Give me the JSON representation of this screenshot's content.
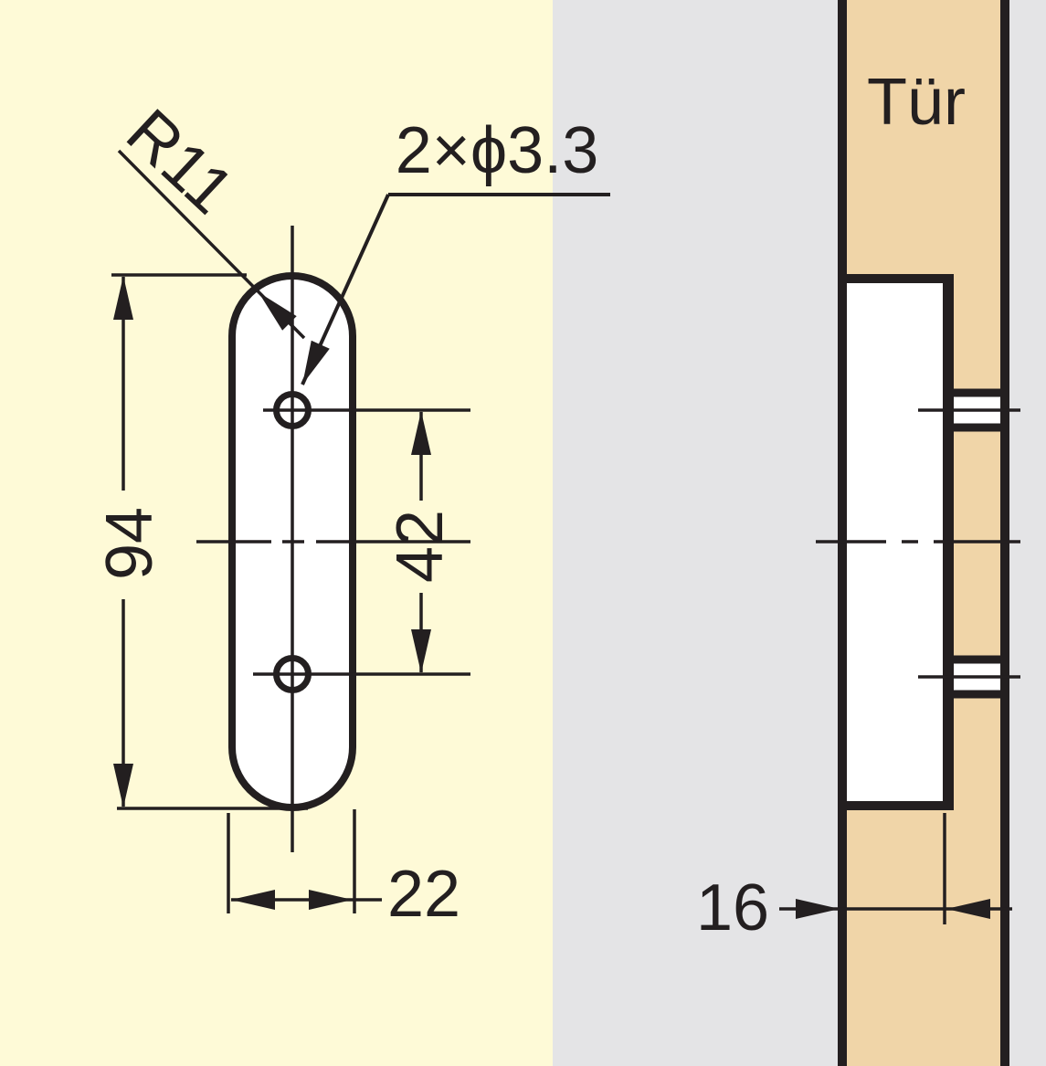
{
  "drawing": {
    "front_view": {
      "radius_label": "R11",
      "hole_callout": "2×ϕ3.3",
      "overall_height": "94",
      "hole_spacing": "42",
      "overall_width": "22"
    },
    "side_view": {
      "door_label": "Tür",
      "recess_depth": "16"
    }
  },
  "colors": {
    "left_background": "#FEFAD7",
    "right_background": "#E4E4E6",
    "door_fill": "#F0D5A8",
    "plate_fill": "#FFFFFF",
    "line_color": "#231F20"
  }
}
